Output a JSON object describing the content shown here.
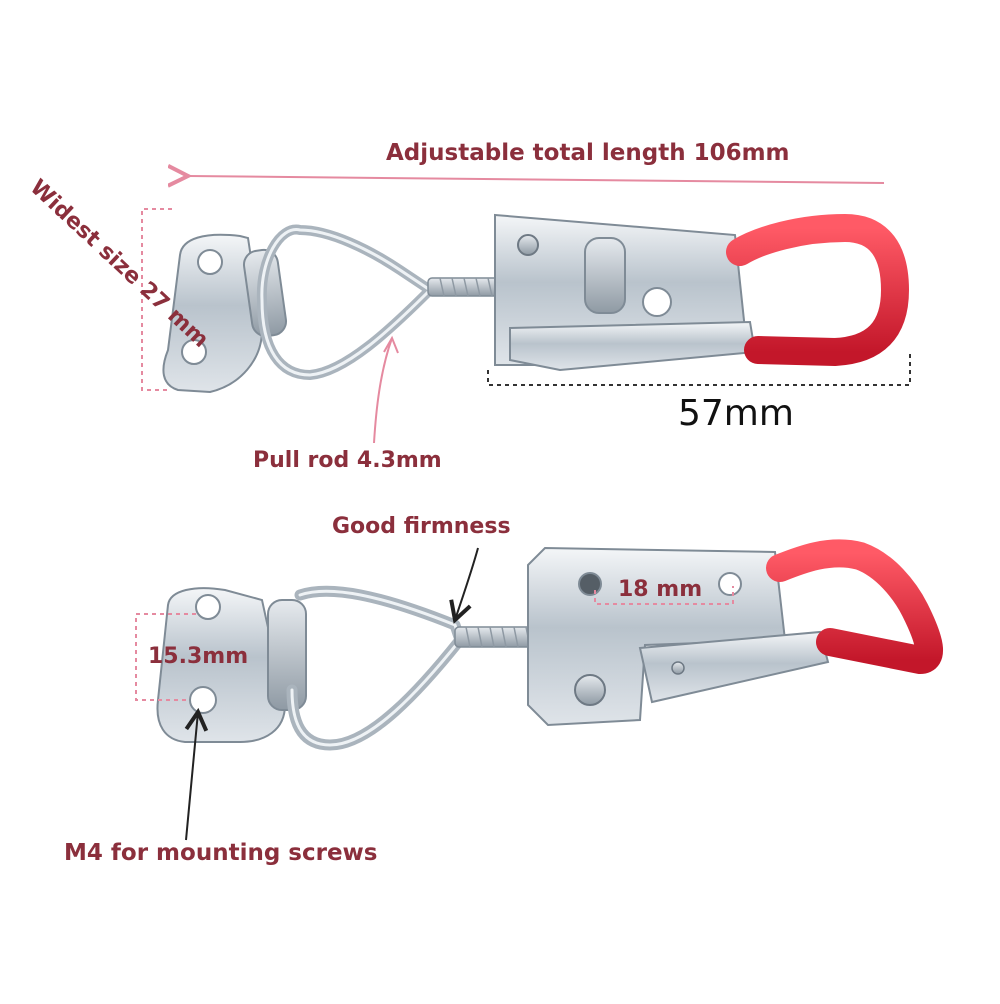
{
  "annotations": {
    "total_length": "Adjustable total length 106mm",
    "widest_size": "Widest size 27 mm",
    "clamp_length": "57mm",
    "pull_rod": "Pull rod 4.3mm",
    "firmness": "Good firmness",
    "hole_spacing_top": "18 mm",
    "hole_spacing_base": "15.3mm",
    "mounting_screws": "M4 for mounting screws"
  },
  "colors": {
    "annotation": "#8b2f3c",
    "metal": "#c9d1d8",
    "handle_red": "#d9283a",
    "arrow_pink": "#e58aa0"
  }
}
